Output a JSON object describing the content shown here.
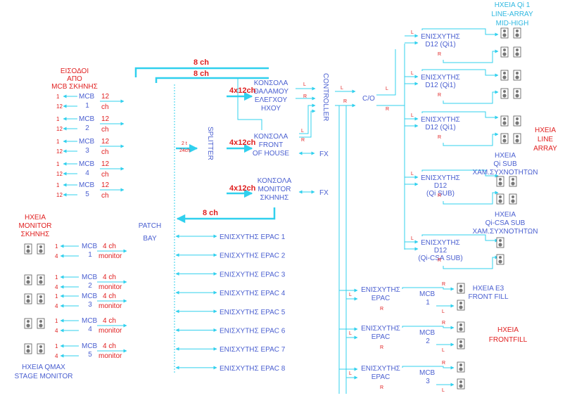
{
  "colors": {
    "wire": "#30d0ee",
    "label_blue": "#4a5fd0",
    "label_red": "#e02020",
    "label_cyan": "#30b8e0"
  },
  "inputs": {
    "title": [
      "ΕΙΣΟΔΟΙ",
      "ΑΠΟ",
      "MCB ΣΚΗΝΗΣ"
    ],
    "mcb_label": "MCB",
    "numbers": [
      "1",
      "2",
      "3",
      "4",
      "5"
    ],
    "range_start": "1",
    "range_end": "12",
    "ch_count": "12",
    "ch_unit": "ch"
  },
  "bus_labels": {
    "top1": "8 ch",
    "top2": "8 ch",
    "patch": "8 ch"
  },
  "splitter": {
    "label": "SPLITTER",
    "ratio_top": "2 t",
    "ratio_bottom": "24ch"
  },
  "consoles": {
    "control_room": [
      "ΚΟΝΣΟΛΑ",
      "ΘΑΛΑΜΟΥ",
      "ΕΛΕΓΧΟΥ",
      "ΗΧΟΥ"
    ],
    "control_room_in": "4x12ch",
    "foh": [
      "ΚΟΝΣΟΛΑ",
      "FRONT",
      "OF HOUSE"
    ],
    "foh_in": "4x12ch",
    "monitor": [
      "ΚΟΝΣΟΛΑ",
      "MONITOR",
      "ΣΚΗΝΗΣ"
    ],
    "monitor_in": "4x12ch",
    "fx": "FX"
  },
  "controller": {
    "label": "CONTROLLER",
    "co": "C/O",
    "L": "L",
    "R": "R"
  },
  "patch_bay": [
    "PATCH",
    "BAY"
  ],
  "epac_amps": [
    "ΕΝΙΣΧΥΤΗΣ EPAC 1",
    "ΕΝΙΣΧΥΤΗΣ EPAC 2",
    "ΕΝΙΣΧΥΤΗΣ EPAC 3",
    "ΕΝΙΣΧΥΤΗΣ EPAC 4",
    "ΕΝΙΣΧΥΤΗΣ EPAC 5",
    "ΕΝΙΣΧΥΤΗΣ EPAC 6",
    "ΕΝΙΣΧΥΤΗΣ EPAC 7",
    "ΕΝΙΣΧΥΤΗΣ EPAC 8"
  ],
  "monitors": {
    "title": [
      "ΗΧΕΙΑ",
      "MONITOR",
      "ΣΚΗΝΗΣ"
    ],
    "mcb_label": "MCB",
    "numbers": [
      "1",
      "2",
      "3",
      "4",
      "5"
    ],
    "range_start": "1",
    "range_end": "4",
    "ch_count": "4 ch",
    "ch_unit": "monitor",
    "footer": [
      "ΗΧΕΙΑ QMAX",
      "STAGE MONITOR"
    ]
  },
  "d12_amps": [
    {
      "lines": [
        "ΕΝΙΣΧΥΤΗΣ",
        "D12 (Qi1)"
      ]
    },
    {
      "lines": [
        "ΕΝΙΣΧΥΤΗΣ",
        "D12 (Qi1)"
      ]
    },
    {
      "lines": [
        "ΕΝΙΣΧΥΤΗΣ",
        "D12 (Qi1)"
      ]
    },
    {
      "lines": [
        "ΕΝΙΣΧΥΤΗΣ",
        "D12",
        "(Qi SUB)"
      ]
    },
    {
      "lines": [
        "ΕΝΙΣΧΥΤΗΣ",
        "D12",
        "(Qi-CSA SUB)"
      ]
    }
  ],
  "right_labels": {
    "qi1": [
      "ΗΧΕΙΑ Qi 1",
      "LINE-ARRAY",
      "MID-HIGH"
    ],
    "line_array": [
      "ΗΧΕΙΑ",
      "LINE",
      "ARRAY"
    ],
    "qi_sub": [
      "ΗΧΕΙΑ",
      "Qi SUB",
      "ΧΑΜ.ΣΥΧΝΟΤΗΤΩΝ"
    ],
    "qi_csa_sub": [
      "ΗΧΕΙΑ",
      "Qi-CSA SUB",
      "ΧΑΜ.ΣΥΧΝΟΤΗΤΩΝ"
    ],
    "e3": [
      "ΗΧΕΙΑ E3",
      "FRONT FILL"
    ],
    "frontfill": [
      "ΗΧΕΙΑ",
      "FRONTFILL"
    ]
  },
  "epac_front": {
    "amp_lines": [
      "ΕΝΙΣΧΥΤΗΣ",
      "EPAC"
    ],
    "mcb_label": "MCB",
    "numbers": [
      "1",
      "2",
      "3"
    ]
  }
}
